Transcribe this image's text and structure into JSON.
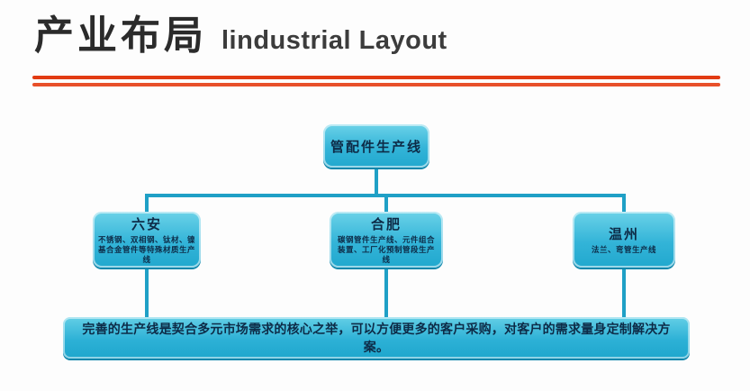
{
  "header": {
    "title_cn": "产业布局",
    "title_en": "lindustrial Layout"
  },
  "diagram": {
    "root_label": "管配件生产线",
    "children": [
      {
        "name": "六安",
        "desc": "不锈钢、双相钢、钛材、镍基合金管件等特殊材质生产线"
      },
      {
        "name": "合肥",
        "desc": "碳钢管件生产线、元件组合装置、工厂化预制管段生产线"
      },
      {
        "name": "温州",
        "desc": "法兰、弯管生产线"
      }
    ],
    "footer": "完善的生产线是契合多元市场需求的核心之举，可以方便更多的客户采购，对客户的需求量身定制解决方案。"
  },
  "colors": {
    "accent_red": "#e23b12",
    "box_fill": "#2fb3d6",
    "connector": "#1fa0c6",
    "text_navy": "#0d2b47"
  }
}
